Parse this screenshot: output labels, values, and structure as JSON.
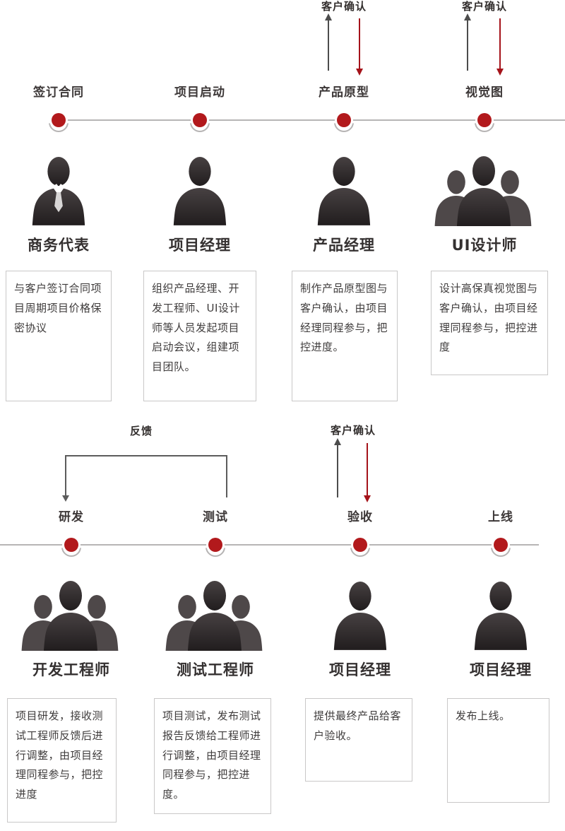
{
  "colors": {
    "accent": "#b2191c",
    "line": "#b7b5b5",
    "text": "#3f3c3c"
  },
  "annotations": {
    "customer_confirm": "客户确认",
    "feedback": "反馈"
  },
  "icons": {
    "single": "person-icon",
    "business": "businessman-icon",
    "team": "team-icon",
    "milestone": "milestone-pin-icon"
  },
  "top": {
    "stages": [
      {
        "label": "签订合同",
        "role": "商务代表",
        "desc": "与客户签订合同项目周期项目价格保密协议"
      },
      {
        "label": "项目启动",
        "role": "项目经理",
        "desc": "组织产品经理、开发工程师、UI设计师等人员发起项目启动会议，组建项目团队。"
      },
      {
        "label": "产品原型",
        "role": "产品经理",
        "desc": "制作产品原型图与客户确认，由项目经理同程参与，把控进度。"
      },
      {
        "label": "视觉图",
        "role": "UI设计师",
        "desc": "设计高保真视觉图与客户确认，由项目经理同程参与，把控进度"
      }
    ]
  },
  "bottom": {
    "stages": [
      {
        "label": "研发",
        "role": "开发工程师",
        "desc": "项目研发，接收测试工程师反馈后进行调整，由项目经理同程参与，把控进度"
      },
      {
        "label": "测试",
        "role": "测试工程师",
        "desc": "项目测试，发布测试报告反馈给工程师进行调整，由项目经理同程参与，把控进度。"
      },
      {
        "label": "验收",
        "role": "项目经理",
        "desc": "提供最终产品给客户验收。"
      },
      {
        "label": "上线",
        "role": "项目经理",
        "desc": "发布上线。"
      }
    ]
  }
}
